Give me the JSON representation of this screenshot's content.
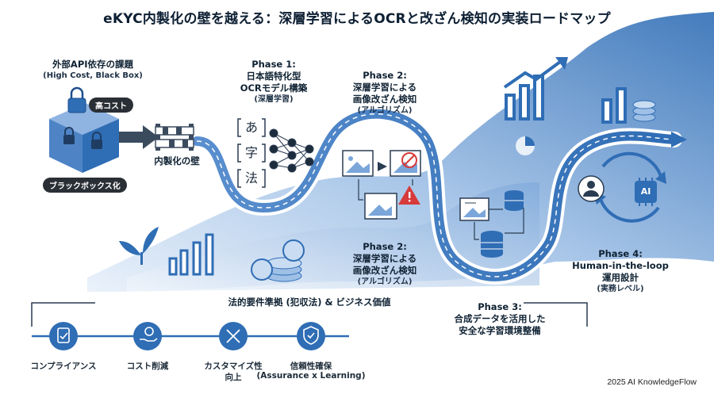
{
  "title": "eKYC内製化の壁を越える：深層学習によるOCRと改ざん検知の実装ロードマップ",
  "left": {
    "heading": "外部API依存の課題",
    "heading_sub": "(High Cost, Black Box)",
    "badge_cost": "高コスト",
    "badge_blackbox": "ブラックボックス化",
    "wall_label": "内製化の壁"
  },
  "phase1": {
    "title": "Phase 1:",
    "line1": "日本語特化型",
    "line2": "OCRモデル構築",
    "sub": "(深層学習)",
    "glyphs": [
      "あ",
      "字",
      "法"
    ]
  },
  "phase2_top": {
    "title": "Phase 2:",
    "line1": "深層学習による",
    "line2": "画像改ざん検知",
    "sub": "(アルゴリズム)"
  },
  "phase2_bottom": {
    "title": "Phase 2:",
    "line1": "深層学習による",
    "line2": "画像改ざん検知",
    "sub": "(アルゴリズム)"
  },
  "phase3": {
    "title": "Phase 3:",
    "line1": "合成データを活用した",
    "line2": "安全な学習環境整備"
  },
  "phase4": {
    "title": "Phase 4:",
    "line1": "Human-in-the-loop",
    "line2": "運用設計",
    "sub": "(実務レベル)",
    "ai_label": "AI"
  },
  "footer": {
    "heading": "法的要件準拠 (犯収法) & ビジネス価値",
    "items": [
      {
        "label": "コンプライアンス",
        "icon": "clipboard-check-icon"
      },
      {
        "label": "コスト削減",
        "icon": "hand-coin-icon"
      },
      {
        "label": "カスタマイズ性",
        "label2": "向上",
        "icon": "tools-icon"
      },
      {
        "label": "信頼性確保",
        "label2": "(Assurance x Learning)",
        "icon": "shield-check-icon"
      }
    ]
  },
  "copyright": "2025 AI KnowledgeFlow",
  "colors": {
    "primary": "#2f6db5",
    "light": "#c9dcf2",
    "dark": "#1d4f8c",
    "alert": "#d63a3a"
  }
}
